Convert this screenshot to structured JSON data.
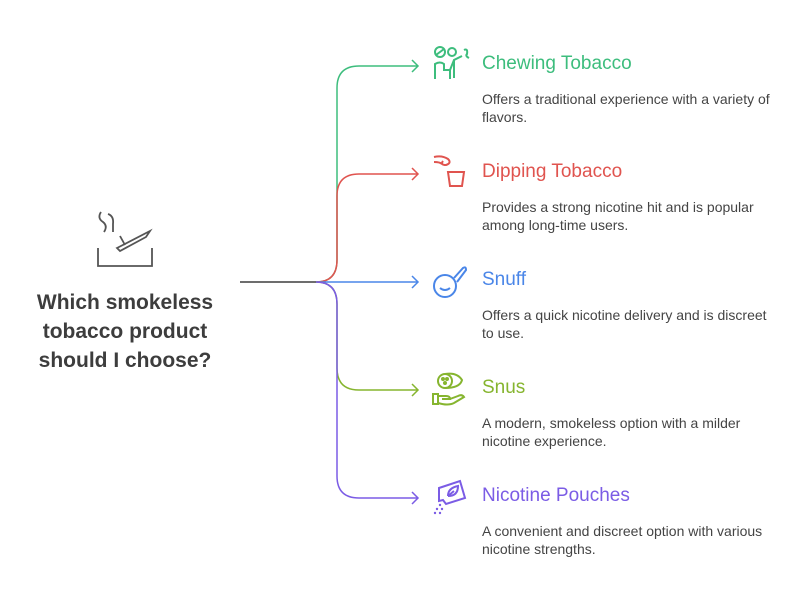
{
  "question": "Which smokeless tobacco product should I choose?",
  "options": [
    {
      "title": "Chewing Tobacco",
      "desc": "Offers a traditional experience with a variety of flavors.",
      "color": "#3dbd7d",
      "icon": "person-chewing-icon"
    },
    {
      "title": "Dipping Tobacco",
      "desc": "Provides a strong nicotine hit and is popular among long-time users.",
      "color": "#e0544f",
      "icon": "pinch-cup-icon"
    },
    {
      "title": "Snuff",
      "desc": "Offers a quick nicotine delivery and is discreet to use.",
      "color": "#4a86e8",
      "icon": "nasal-bulb-icon"
    },
    {
      "title": "Snus",
      "desc": "A modern, smokeless option with a milder nicotine experience.",
      "color": "#86b52f",
      "icon": "hand-pouch-icon"
    },
    {
      "title": "Nicotine Pouches",
      "desc": "A convenient and discreet option with various nicotine strengths.",
      "color": "#7b5ce5",
      "icon": "leaf-pouch-icon"
    }
  ]
}
